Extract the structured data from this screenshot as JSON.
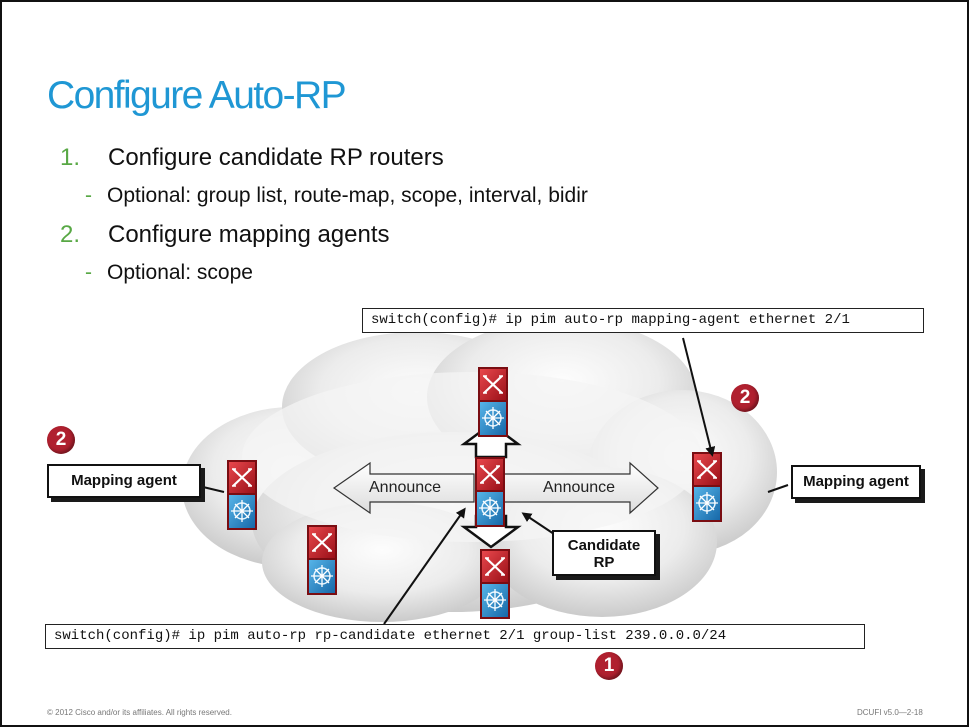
{
  "title": "Configure Auto-RP",
  "bullets": [
    {
      "number": "1.",
      "text": "Configure candidate RP routers",
      "sub": "Optional: group list, route-map, scope, interval, bidir"
    },
    {
      "number": "2.",
      "text": "Configure mapping agents",
      "sub": "Optional: scope"
    }
  ],
  "sub_dash": "-",
  "commands": {
    "mapping_agent": "switch(config)# ip pim auto-rp mapping-agent ethernet 2/1",
    "rp_candidate": "switch(config)# ip pim auto-rp rp-candidate ethernet 2/1 group-list 239.0.0.0/24"
  },
  "labels": {
    "mapping_agent_left": "Mapping agent",
    "mapping_agent_right": "Mapping agent",
    "candidate_rp_line1": "Candidate",
    "candidate_rp_line2": "RP",
    "announce_left": "Announce",
    "announce_right": "Announce"
  },
  "badges": {
    "left": "2",
    "right": "2",
    "bottom": "1"
  },
  "colors": {
    "title": "#1f97d4",
    "bullet_number": "#58a845",
    "badge": "#b0202f",
    "router_top": "#c8202a",
    "router_bottom": "#2a8fd0"
  },
  "footer": {
    "copyright": "© 2012 Cisco and/or its affiliates. All rights reserved.",
    "course": "DCUFI v5.0—2-18"
  }
}
